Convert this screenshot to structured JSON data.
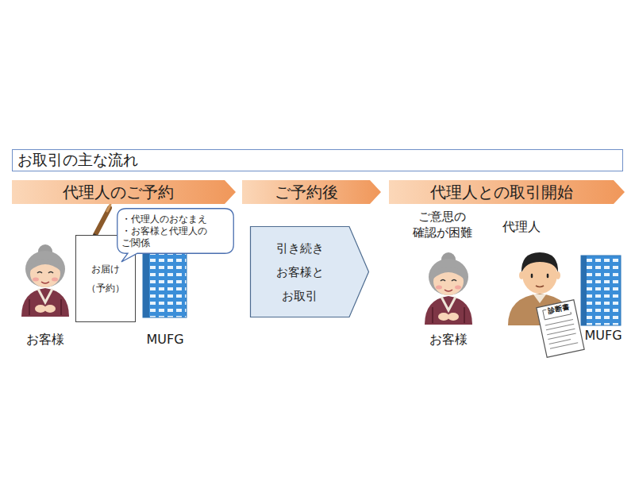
{
  "diagram": {
    "title": "お取引の主な流れ",
    "nodes": [
      {
        "text": [
          "代理人のご予約"
        ]
      },
      {
        "text": [
          "ご予約後"
        ]
      },
      {
        "text": [
          "代理人との取引開始"
        ]
      },
      {
        "text": [
          "お届け （予約）"
        ]
      },
      {
        "text": [
          "・代理人のおなまえ",
          "・お客様と代理人の ご関係"
        ]
      },
      {
        "text": [
          "引き続き お客様と お取引"
        ]
      }
    ],
    "labels": [
      "お客様",
      "MUFG",
      "ご意思の 確認が困難",
      "代理人",
      "お客様",
      "MUFG",
      "診断書"
    ]
  }
}
